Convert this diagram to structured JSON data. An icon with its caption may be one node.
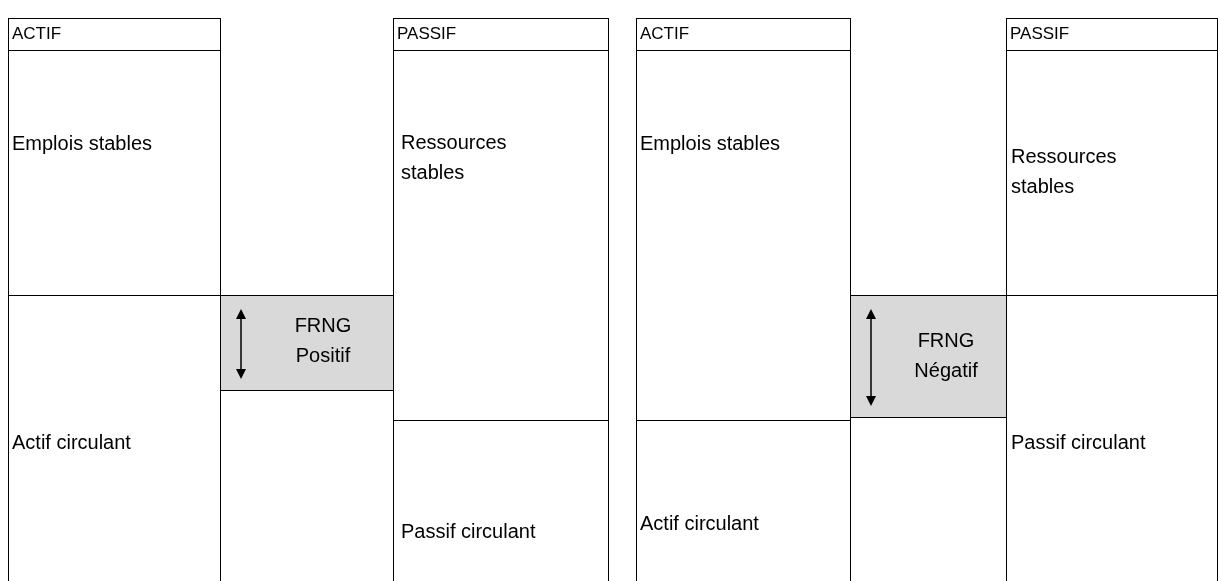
{
  "diagram": {
    "nodes": [
      {
        "text": [
          "ACTIF"
        ]
      },
      {
        "text": [
          "Emplois stables"
        ]
      },
      {
        "text": [
          "Actif circulant"
        ]
      },
      {
        "text": [
          "FRNG Positif"
        ]
      },
      {
        "text": [
          "PASSIF"
        ]
      },
      {
        "text": [
          "Ressources stables"
        ]
      },
      {
        "text": [
          "Passif circulant"
        ]
      },
      {
        "text": [
          "ACTIF"
        ]
      },
      {
        "text": [
          "Emplois stables"
        ]
      },
      {
        "text": [
          "Actif circulant"
        ]
      },
      {
        "text": [
          "FRNG Négatif"
        ]
      },
      {
        "text": [
          "PASSIF"
        ]
      },
      {
        "text": [
          "Ressources stables"
        ]
      },
      {
        "text": [
          "Passif circulant"
        ]
      }
    ]
  }
}
